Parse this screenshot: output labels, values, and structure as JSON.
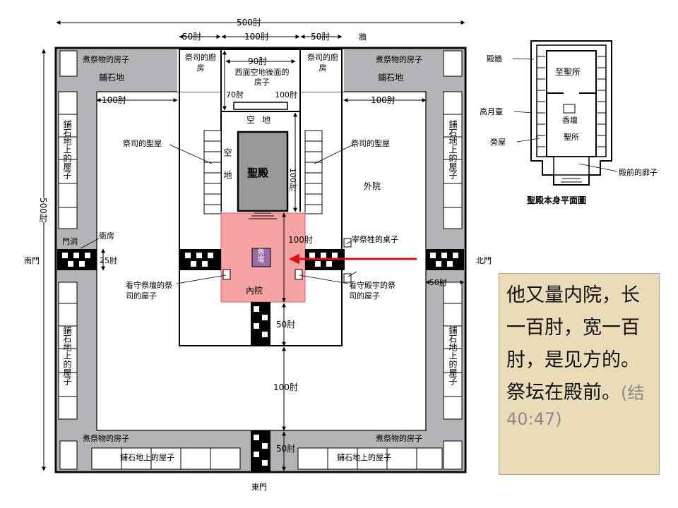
{
  "plan": {
    "dim_500_top": "500肘",
    "dim_500_left": "500肘",
    "wall": "牆",
    "dim_50": "50肘",
    "dim_100": "100肘",
    "dim_90": "90肘",
    "dim_70": "70肘",
    "dim_25": "25肘",
    "boiling_house": "煮祭物的房子",
    "pavement": "鋪石地",
    "priest_kitchen": "祭司的廚房",
    "west_yard_building": "西面空地後面的房子",
    "open_space": "空地",
    "open_space_vertical": "空地",
    "priest_chambers": "祭司的聖屋",
    "temple": "聖殿",
    "outer_court": "外院",
    "inner_court": "內院",
    "altar": "祭壇",
    "pavement_rooms_vertical": "鋪石地上的屋子",
    "pavement_rooms": "鋪石地上的屋子",
    "gate_passage": "門洞",
    "guard_room": "衛房",
    "south_gate": "南門",
    "north_gate": "北門",
    "east_gate": "東門",
    "slaughter_tables": "宰祭牲的桌子",
    "altar_keepers": "看守祭壇的祭司的屋子",
    "temple_keepers": "看守殿宇的祭司的屋子"
  },
  "inset": {
    "title": "聖殿本身平面圖",
    "temple_wall": "殿牆",
    "high_platform": "高月臺",
    "side_rooms": "旁屋",
    "holy_of_holies": "至聖所",
    "incense_altar": "香壇",
    "holy_place": "聖所",
    "porch": "殿前的廊子"
  },
  "quote": {
    "text": "他又量内院，长一百肘，宽一百肘，是见方的。祭坛在殿前。",
    "reference": "(结40:47)"
  },
  "colors": {
    "pavement_gray": "#b3b3b8",
    "inner_court_pink": "#f5a3a3",
    "arrow_red": "#e01010",
    "altar_purple": "#9a6aa6",
    "quote_bg": "#eadcb8"
  }
}
